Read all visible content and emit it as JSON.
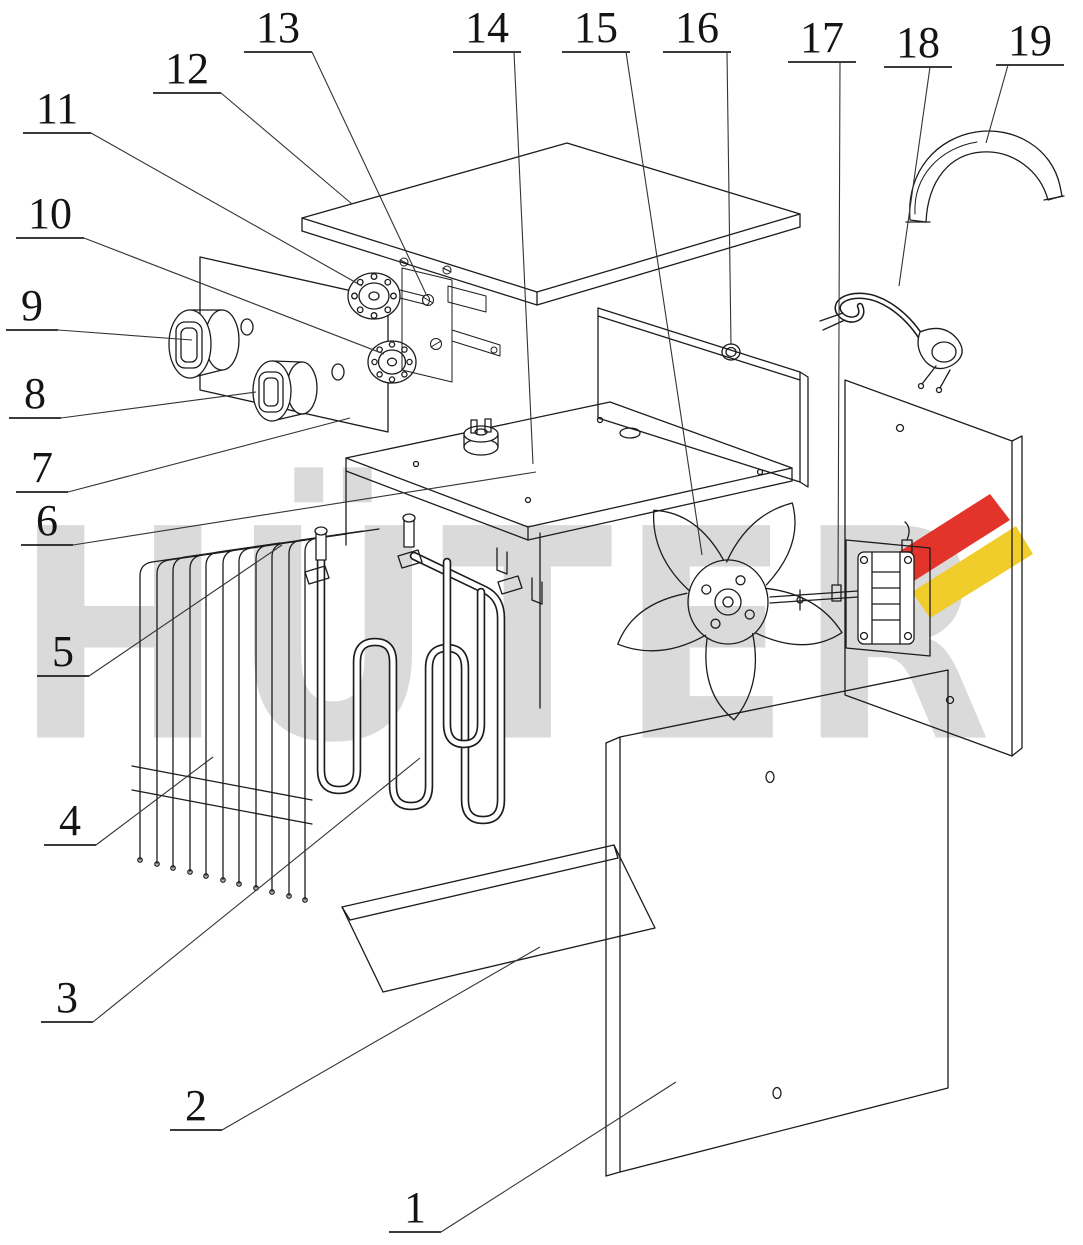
{
  "watermark": {
    "text": "HÜTER",
    "text_color": "#dadada",
    "flag_red": "#e2342b",
    "flag_yellow": "#f0cd2a"
  },
  "labels": [
    "1",
    "2",
    "3",
    "4",
    "5",
    "6",
    "7",
    "8",
    "9",
    "10",
    "11",
    "12",
    "13",
    "14",
    "15",
    "16",
    "17",
    "18",
    "19"
  ]
}
